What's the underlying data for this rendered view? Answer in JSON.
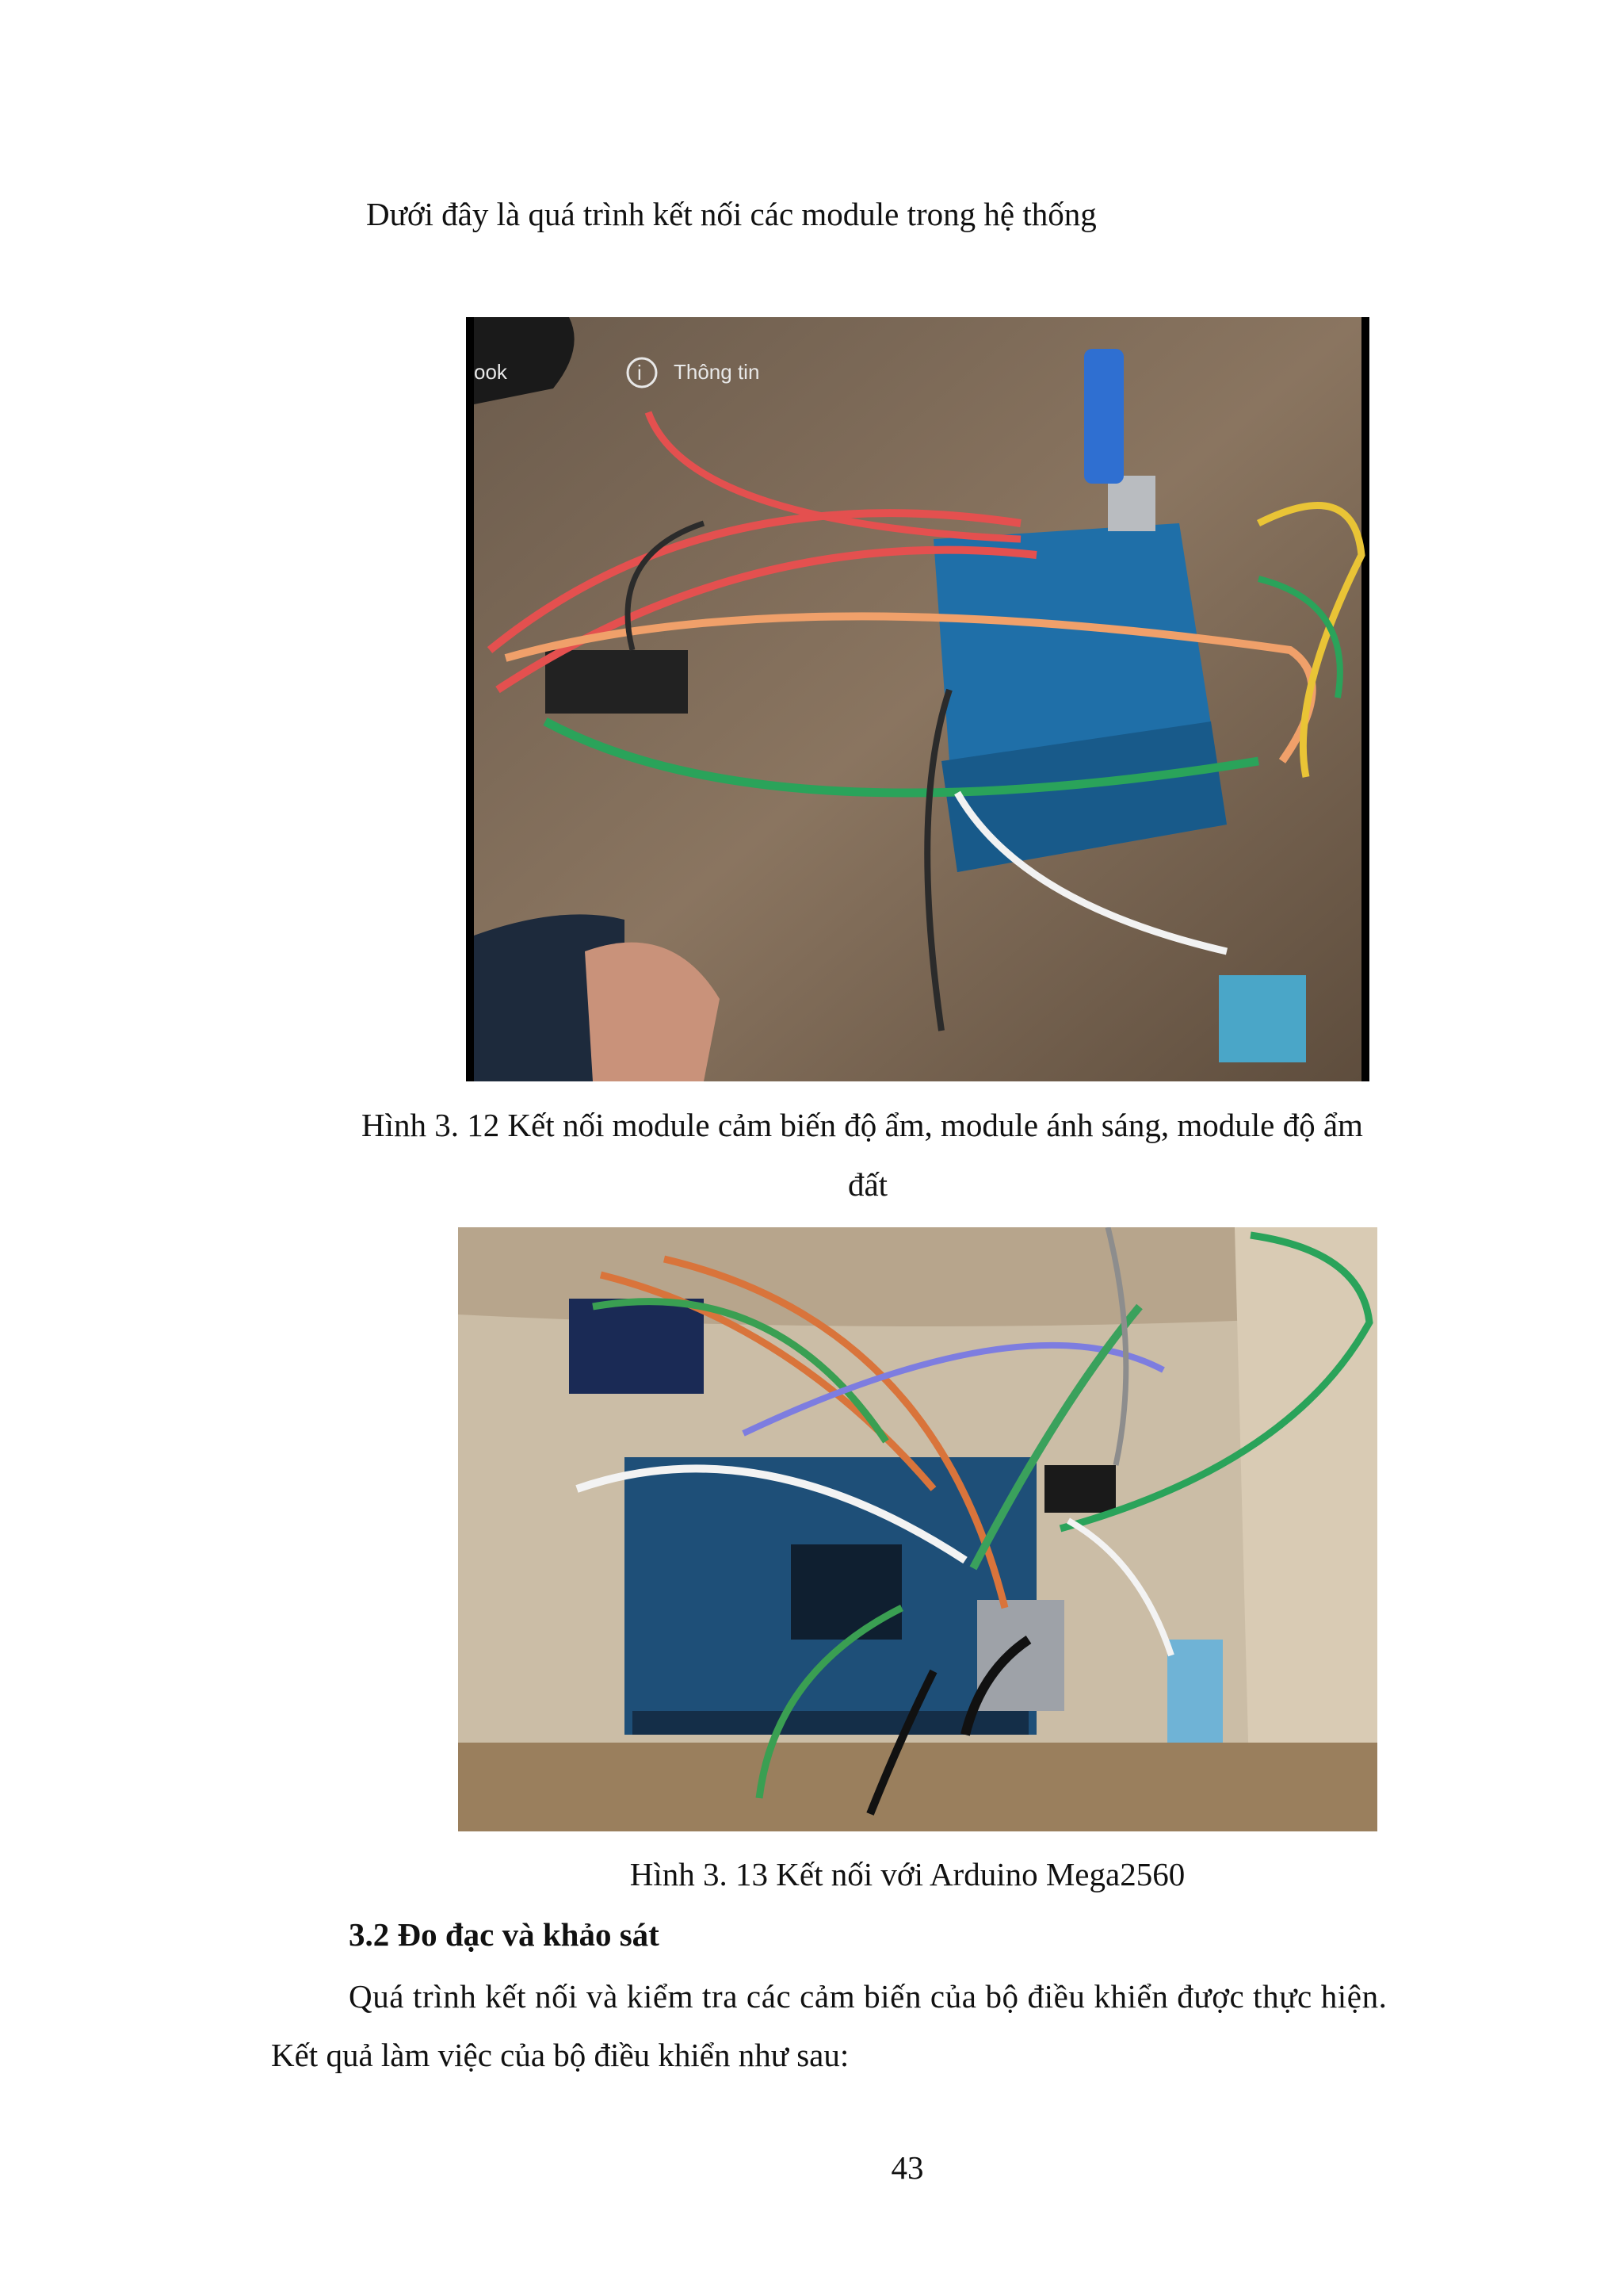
{
  "intro": "Dưới đây là quá trình kết nối các module trong hệ thống",
  "figure1": {
    "overlay_book": "ook",
    "overlay_info_icon": "i",
    "overlay_info": "Thông tin",
    "caption_line1": "Hình 3. 12 Kết nối module cảm biến độ ẩm, module ánh sáng, module độ ẩm",
    "caption_line2": "đất"
  },
  "figure2": {
    "caption": "Hình 3. 13 Kết nối với Arduino Mega2560"
  },
  "section": {
    "heading": "3.2  Đo đạc và khảo sát",
    "para_line1": "Quá trình kết nối và kiểm tra các cảm biến của bộ điều khiển được thực hiện.",
    "para_line2": "Kết quả làm việc của bộ điều khiển như sau:"
  },
  "page_number": "43"
}
